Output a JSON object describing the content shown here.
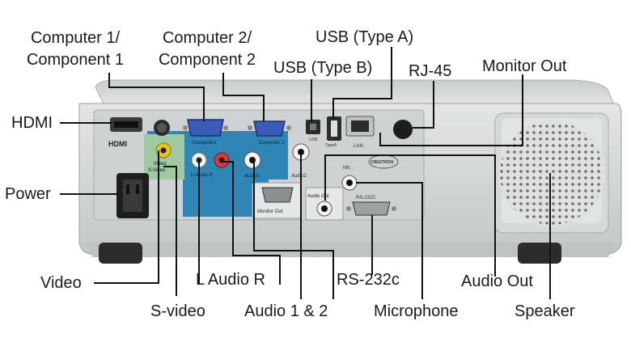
{
  "labels": {
    "computer1": [
      "Computer 1/",
      "Component 1"
    ],
    "computer2": [
      "Computer 2/",
      "Component 2"
    ],
    "usb_a": "USB (Type A)",
    "usb_b": "USB (Type B)",
    "rj45": "RJ-45",
    "monitor_out": "Monitor Out",
    "hdmi": "HDMI",
    "power": "Power",
    "video": "Video",
    "s_video": "S-video",
    "l_audio_r": "L Audio R",
    "audio_1_2": "Audio 1 & 2",
    "rs232c": "RS-232c",
    "microphone": "Microphone",
    "audio_out": "Audio Out",
    "speaker": "Speaker"
  },
  "panel_text": {
    "hdmi": "HDMI",
    "computer1": "Computer1",
    "computer2": "Computer 2",
    "usb_b": "USB",
    "lan": "LAN",
    "video": "Video",
    "s_video": "S-Video",
    "l_audio_r": "L-Audio-R",
    "audio1": "Audio1",
    "audio2": "Audio2",
    "mic": "Mic",
    "rs232c": "RS-232C",
    "monitor_out": "Monitor Out",
    "audio_out": "Audio Out",
    "usb_a": "TypeA",
    "brand": "CRESTRON"
  },
  "colors": {
    "body": "#d9dcdc",
    "body_dark": "#b9bdbd",
    "panel_blue": "#2f86b6",
    "panel_green": "#9fc9a3",
    "leader": "#111111",
    "vga_blue": "#2a4aa6"
  }
}
